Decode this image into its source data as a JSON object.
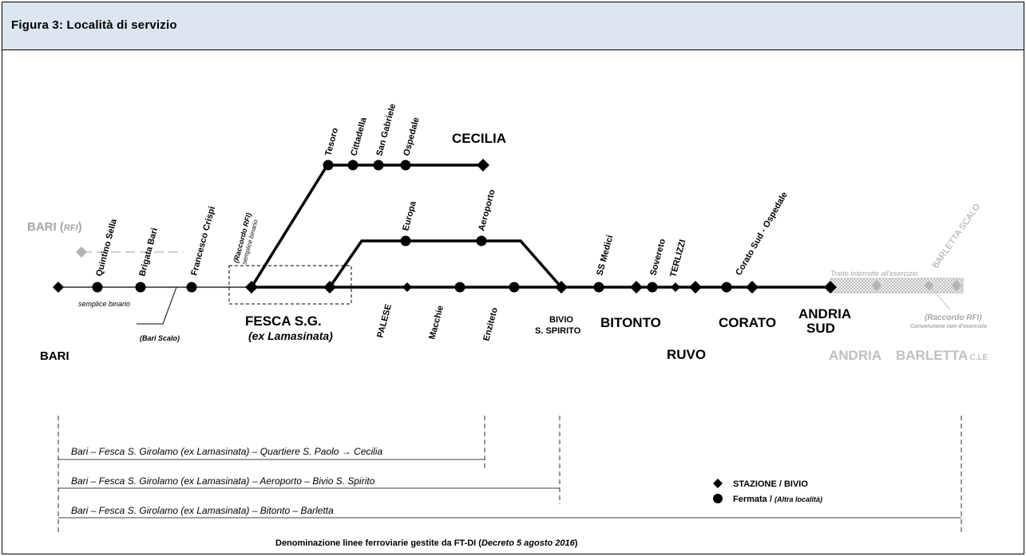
{
  "header": {
    "title": "Figura 3: Località di servizio"
  },
  "colors": {
    "line": "#000000",
    "inactive": "#b3b3b3",
    "header_bg": "#dce6f1"
  },
  "legend": {
    "station_label": "STAZIONE / BIVIO",
    "stop_label": "Fermata / ",
    "stop_label_note": "(Altra località)"
  },
  "labels": {
    "bari_rfi": "BARI (",
    "bari_rfi_em": "RFI",
    "bari_rfi_close": ")",
    "quintino_sella": "Quintino Sella",
    "brigata_bari": "Brigata Bari",
    "francesco_crispi": "Francesco Crispi",
    "raccordo_rfi": "(Raccordo RFI)",
    "semplice_binario_small": "semplice binario",
    "semplice_binario": "semplice binario",
    "bari_scalo": "(Bari Scalo)",
    "bari": "BARI",
    "tesoro": "Tesoro",
    "cittadella": "Cittadella",
    "san_gabriele": "San Gabriele",
    "ospedale": "Ospedale",
    "cecilia": "CECILIA",
    "europa": "Europa",
    "aeroporto": "Aeroporto",
    "fesca": "FESCA S.G.",
    "ex_lamasinata": "(ex Lamasinata)",
    "palese": "PALESE",
    "macchie": "Macchie",
    "enziteto": "Enziteto",
    "bivio": "BIVIO",
    "s_spirito": "S. SPIRITO",
    "ss_medici": "SS Medici",
    "sovereto": "Sovereto",
    "terlizzi": "TERLIZZI",
    "corato_sud": "Corato Sud - Ospedale",
    "bitonto": "BITONTO",
    "corato": "CORATO",
    "ruvo": "RUVO",
    "andria_sud_1": "ANDRIA",
    "andria_sud_2": "SUD",
    "andria": "ANDRIA",
    "barletta": "BARLETTA",
    "barletta_cle": "C.LE",
    "tratte": "Tratte interrotte all'esercizio",
    "barletta_scalo": "BARLETTA SCALO",
    "raccordo_rfi_2": "(Raccordo RFI)",
    "convenzione": "Convenzione non d'esercizio"
  },
  "lines": [
    "Bari – Fesca S. Girolamo (ex Lamasinata) – Quartiere S. Paolo → Cecilia",
    "Bari – Fesca S. Girolamo (ex Lamasinata) – Aeroporto – Bivio S. Spirito",
    "Bari – Fesca S. Girolamo (ex Lamasinata) – Bitonto – Barletta"
  ],
  "footer": {
    "prefix": "Denominazione linee ferroviarie gestite da FT-DI (",
    "decree": "Decreto 5 agosto 2016",
    "suffix": ")"
  }
}
